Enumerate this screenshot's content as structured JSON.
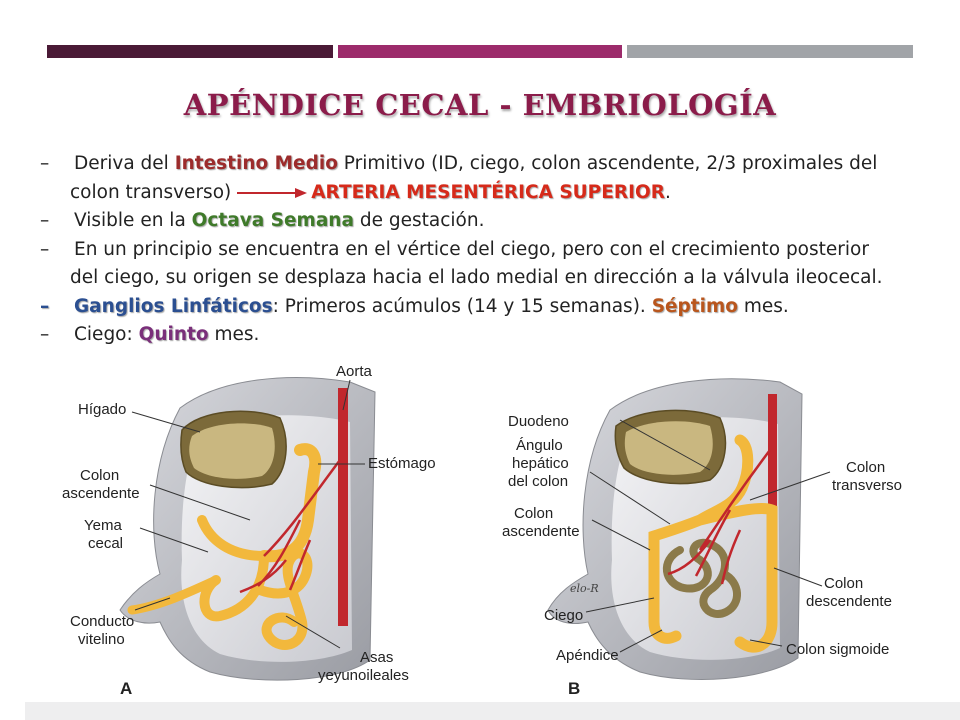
{
  "colors": {
    "bar1": "#4a1a36",
    "bar2": "#9c2b6b",
    "bar3": "#a1a4a8",
    "title": "#8b1c4a",
    "highlight_dark": "#9c2c2c",
    "highlight_red": "#d62a1a",
    "highlight_green": "#3f7a2a",
    "highlight_blue": "#2b4f91",
    "highlight_orange": "#b9561d",
    "highlight_purple": "#7a2f7a",
    "yellow_gut": "#f6c04a",
    "artery": "#c1272d"
  },
  "title": "APÉNDICE CECAL - EMBRIOLOGÍA",
  "bullets": [
    {
      "dash": "–",
      "segments": [
        {
          "text": "Deriva del ",
          "style": "plain"
        },
        {
          "text": "Intestino Medio",
          "style": "dark"
        },
        {
          "text": " Primitivo (ID, ciego, colon ascendente, 2/3 proximales del",
          "style": "plain"
        }
      ],
      "continuation": [
        {
          "text": "colon transverso)",
          "style": "plain"
        },
        {
          "text": "ARTERIA MESENTÉRICA SUPERIOR",
          "style": "red"
        },
        {
          "text": ".",
          "style": "plain"
        }
      ]
    },
    {
      "dash": "–",
      "segments": [
        {
          "text": "Visible en la ",
          "style": "plain"
        },
        {
          "text": "Octava Semana",
          "style": "green"
        },
        {
          "text": " de gestación.",
          "style": "plain"
        }
      ]
    },
    {
      "dash": "–",
      "segments": [
        {
          "text": "En un principio se encuentra en el vértice del ciego, pero con el crecimiento posterior",
          "style": "plain"
        }
      ],
      "continuation": [
        {
          "text": "del ciego, su origen se desplaza hacia el lado medial en dirección a la válvula ileocecal.",
          "style": "plain"
        }
      ]
    },
    {
      "dash": "–",
      "dash_style": "blue",
      "segments": [
        {
          "text": "Ganglios Linfáticos",
          "style": "blue"
        },
        {
          "text": ": Primeros acúmulos (14 y 15 semanas). ",
          "style": "plain"
        },
        {
          "text": "Séptimo",
          "style": "orange"
        },
        {
          "text": " mes.",
          "style": "plain"
        }
      ]
    },
    {
      "dash": "–",
      "segments": [
        {
          "text": "Ciego: ",
          "style": "plain"
        },
        {
          "text": "Quinto",
          "style": "purple"
        },
        {
          "text": " mes.",
          "style": "plain"
        }
      ]
    }
  ],
  "figure": {
    "panel_a": {
      "letter": "A",
      "labels": {
        "higado": "Hígado",
        "aorta": "Aorta",
        "estomago": "Estómago",
        "colon_asc_1": "Colon",
        "colon_asc_2": "ascendente",
        "yema_1": "Yema",
        "yema_2": "cecal",
        "conducto_1": "Conducto",
        "conducto_2": "vitelino",
        "asas_1": "Asas",
        "asas_2": "yeyunoileales"
      }
    },
    "panel_b": {
      "letter": "B",
      "labels": {
        "duodeno": "Duodeno",
        "angulo_1": "Ángulo",
        "angulo_2": "hepático",
        "angulo_3": "del colon",
        "colon_asc_1": "Colon",
        "colon_asc_2": "ascendente",
        "ciego": "Ciego",
        "apendice": "Apéndice",
        "colon_tr_1": "Colon",
        "colon_tr_2": "transverso",
        "colon_desc_1": "Colon",
        "colon_desc_2": "descendente",
        "colon_sig": "Colon sigmoide",
        "signature": "elo-R"
      }
    }
  }
}
